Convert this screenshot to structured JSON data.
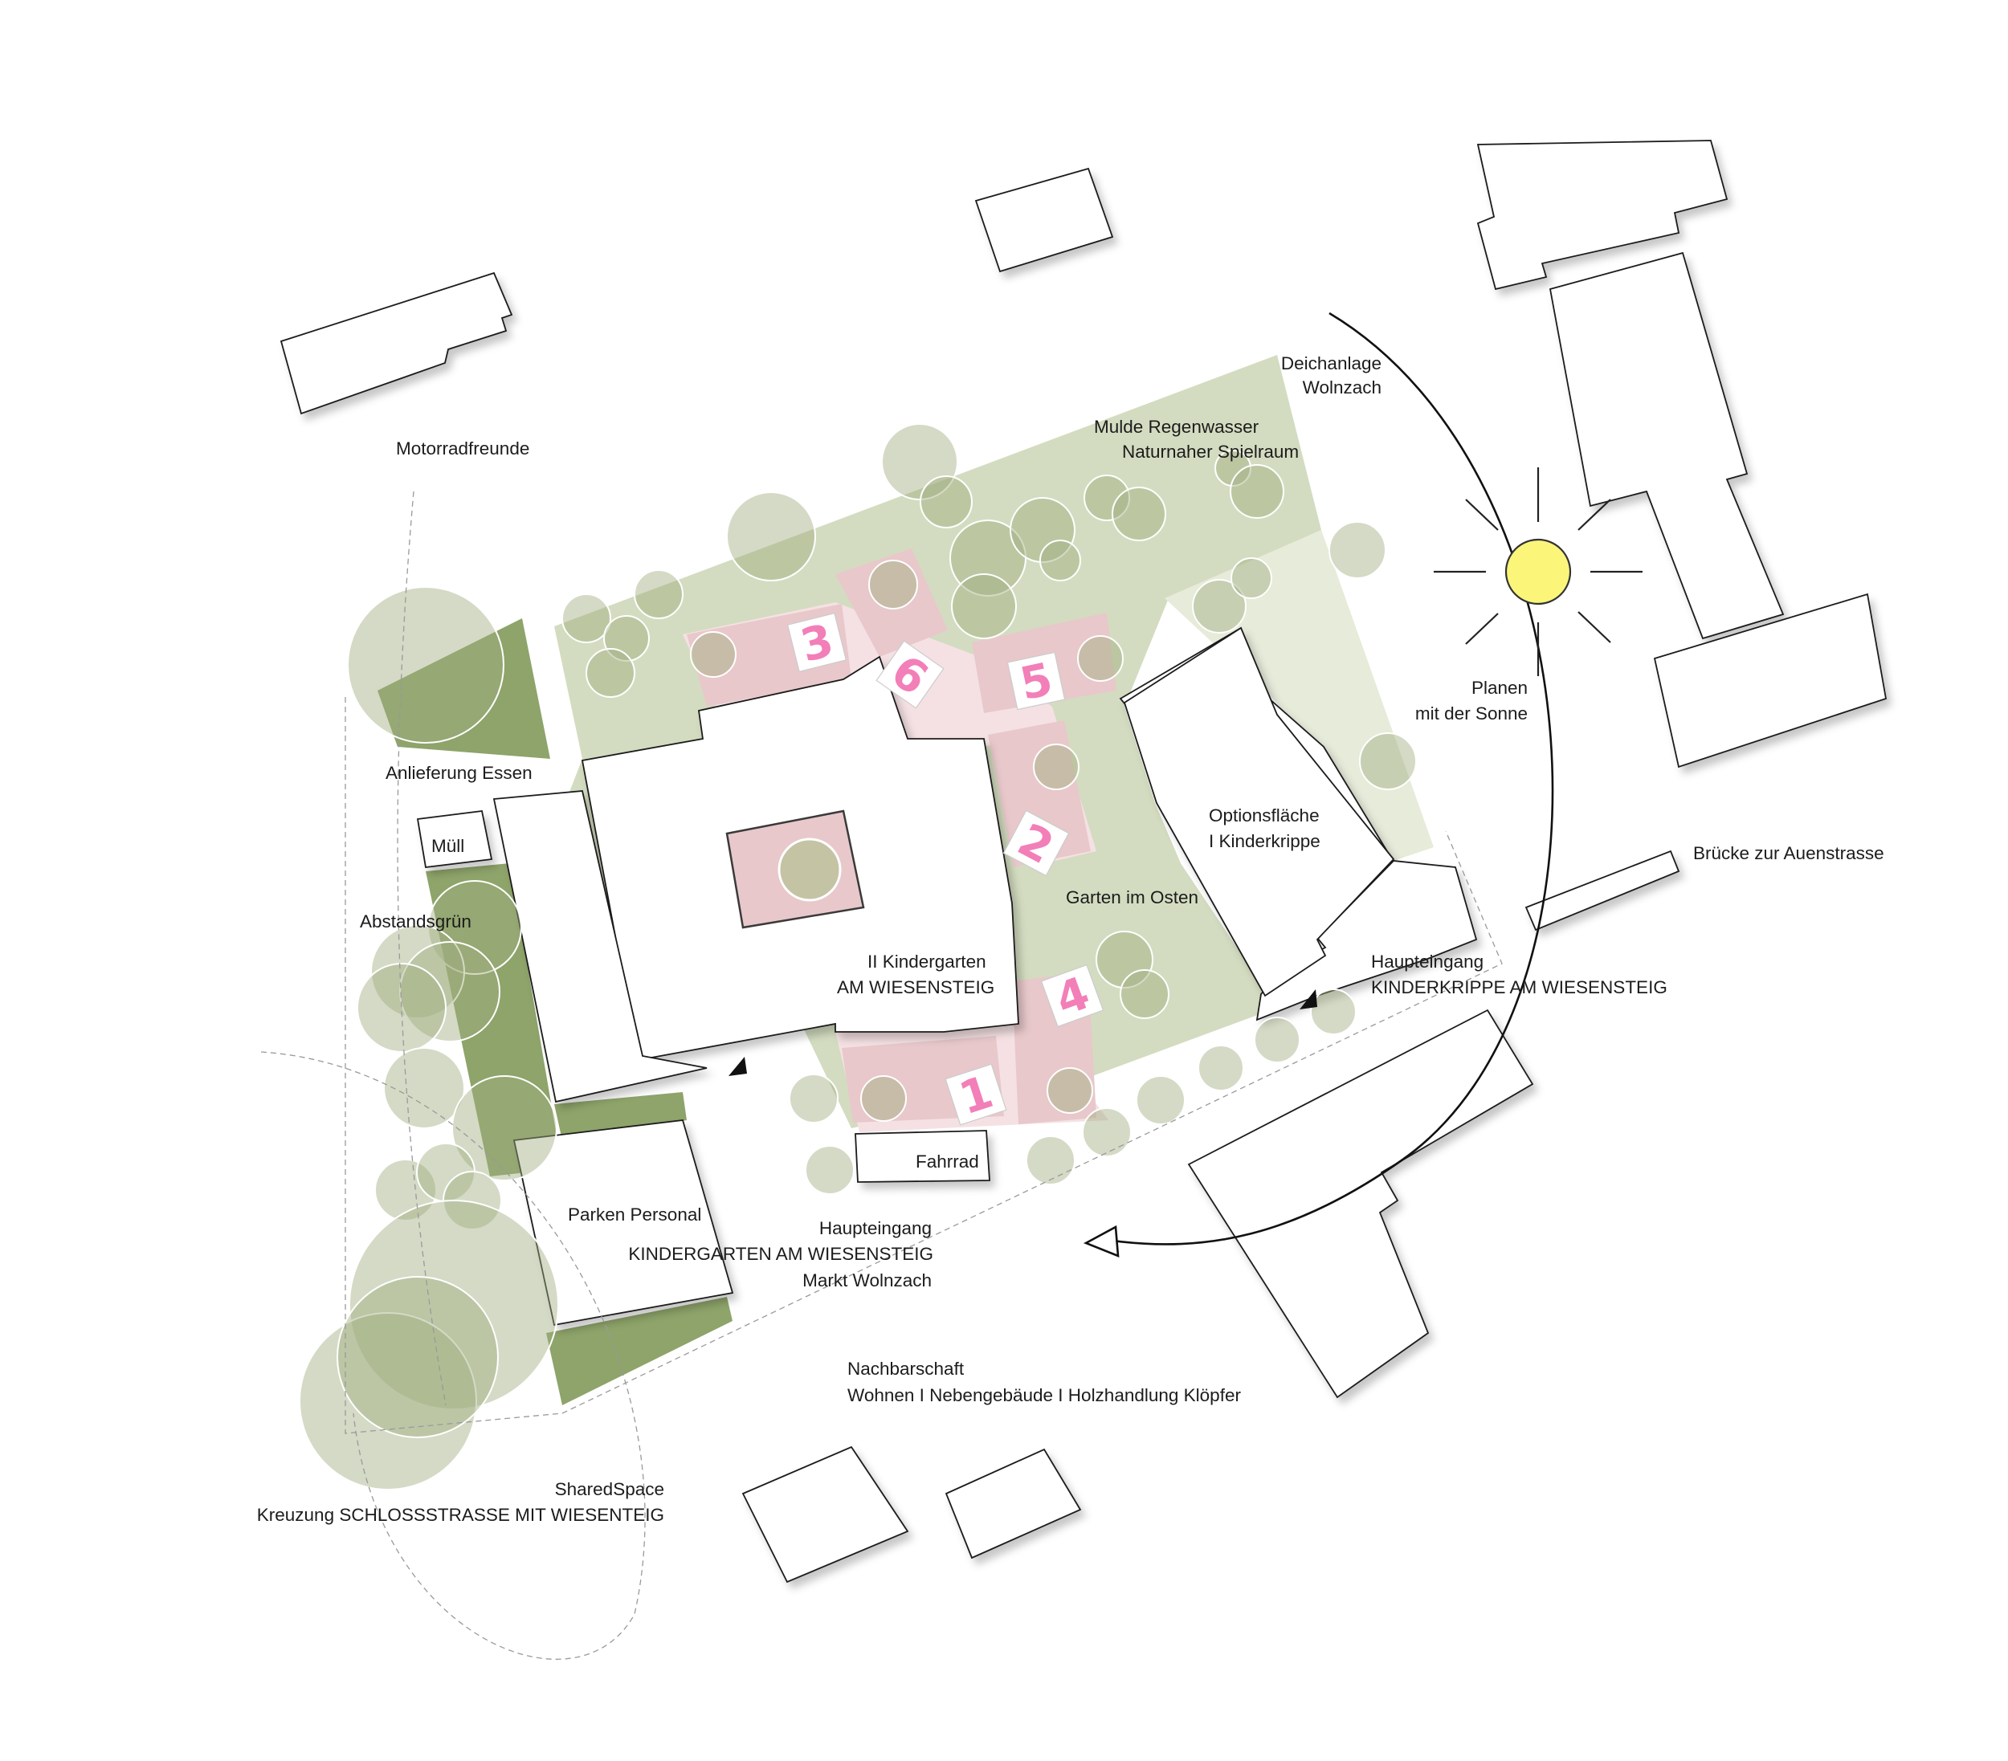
{
  "colors": {
    "garden_green": "#d3dcc0",
    "strip_green": "#8ea46a",
    "pale_green": "#e6ebda",
    "playroom_pink": "#e8c8cb",
    "terrace_pink": "#f5e1e3",
    "number_pink": "#f27fb8",
    "sun_yellow": "#fbf57a",
    "line_dark": "#1a1a1a"
  },
  "labels": {
    "motorradfreunde": "Motorradfreunde",
    "deichanlage_1": "Deichanlage",
    "deichanlage_2": "Wolnzach",
    "mulde_1": "Mulde Regenwasser",
    "mulde_2": "Naturnaher Spielraum",
    "planen_1": "Planen",
    "planen_2": "mit der Sonne",
    "anlieferung": "Anlieferung Essen",
    "muell": "Müll",
    "abstandsgruen": "Abstandsgrün",
    "optionsflaeche_1": "Optionsfläche",
    "optionsflaeche_2": "I Kinderkrippe",
    "bruecke": "Brücke zur Auenstrasse",
    "garten_osten": "Garten im Osten",
    "kindergarten_1": "II Kindergarten",
    "kindergarten_2": "AM WIESENSTEIG",
    "krippe_entry_1": "Haupteingang",
    "krippe_entry_2": "KINDERKRIPPE AM WIESENSTEIG",
    "fahrrad": "Fahrrad",
    "parken": "Parken Personal",
    "kg_entry_1": "Haupteingang",
    "kg_entry_2": "KINDERGARTEN AM WIESENSTEIG",
    "kg_entry_3": "Markt Wolnzach",
    "nachbarschaft_1": "Nachbarschaft",
    "nachbarschaft_2": "Wohnen I Nebengebäude I Holzhandlung Klöpfer",
    "shared_1": "SharedSpace",
    "shared_2": "Kreuzung SCHLOSSSTRASSE MIT WIESENTEIG"
  },
  "rooms": [
    "1",
    "2",
    "3",
    "4",
    "5",
    "6"
  ],
  "icons": {
    "sun": "sun-icon",
    "sun_path": "sun-path-arrow-icon",
    "entrance": "entrance-marker-icon"
  }
}
